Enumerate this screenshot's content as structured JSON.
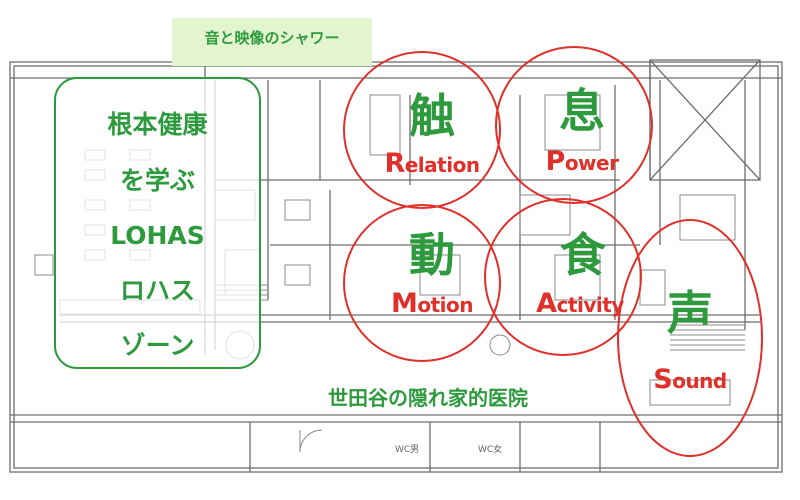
{
  "colors": {
    "green": "#2e9a3e",
    "red": "#e0302a",
    "line": "#6e6e6e"
  },
  "banner": {
    "text": "音と映像のシャワー"
  },
  "zone": {
    "lines": [
      "根本健康",
      "を学ぶ",
      "LOHAS",
      "ロハス",
      "ゾーン"
    ]
  },
  "clinic": {
    "name": "世田谷の隠れ家的医院"
  },
  "circles": [
    {
      "kanji": "触",
      "initial": "R",
      "rest": "elation"
    },
    {
      "kanji": "息",
      "initial": "P",
      "rest": "ower"
    },
    {
      "kanji": "動",
      "initial": "M",
      "rest": "otion"
    },
    {
      "kanji": "食",
      "initial": "A",
      "rest": "ctivity"
    },
    {
      "kanji": "声",
      "initial": "S",
      "rest": "ound"
    }
  ],
  "wc": [
    "WC男",
    "WC女"
  ]
}
